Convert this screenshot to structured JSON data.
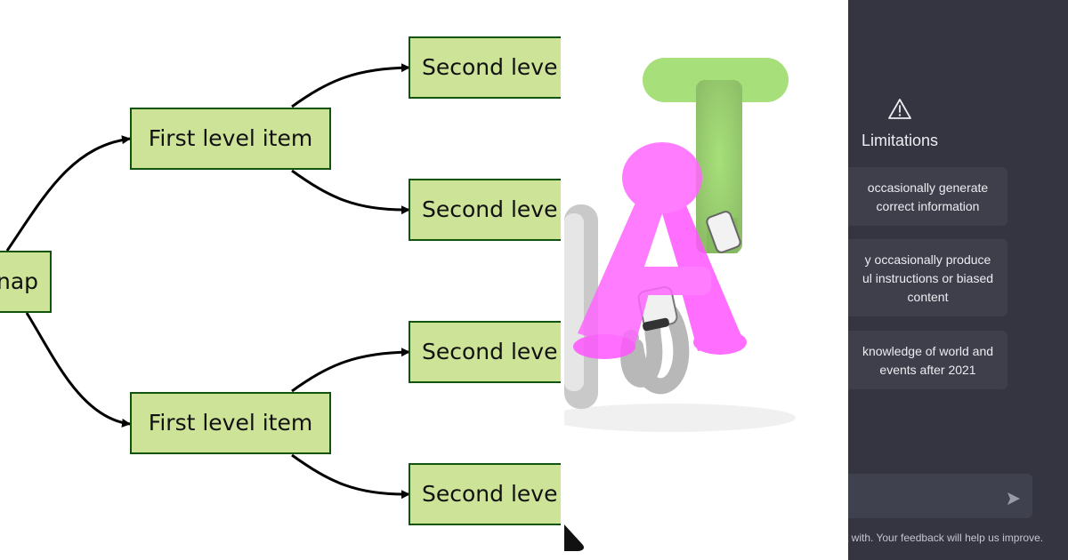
{
  "mindmap": {
    "root_label": "nap",
    "first_level": [
      "First level item",
      "First level item"
    ],
    "second_level": [
      "Second leve",
      "Second leve",
      "Second leve",
      "Second leve"
    ]
  },
  "illustration": {
    "letters": [
      "A",
      "T"
    ]
  },
  "chat": {
    "limitations_title": "Limitations",
    "limitation_cards": [
      {
        "lines": [
          "occasionally generate",
          "correct information"
        ]
      },
      {
        "lines": [
          "y occasionally produce",
          "ul instructions or biased",
          "content"
        ]
      },
      {
        "lines": [
          "knowledge of world and",
          "events after 2021"
        ]
      }
    ],
    "footer": "t with. Your feedback will help us improve."
  },
  "colors": {
    "node_fill": "#cde498",
    "node_border": "#13540c",
    "chat_bg": "#343541",
    "card_bg": "#3e3f4b",
    "letter_a": "#ff66ff",
    "letter_t": "#a7e07a"
  }
}
